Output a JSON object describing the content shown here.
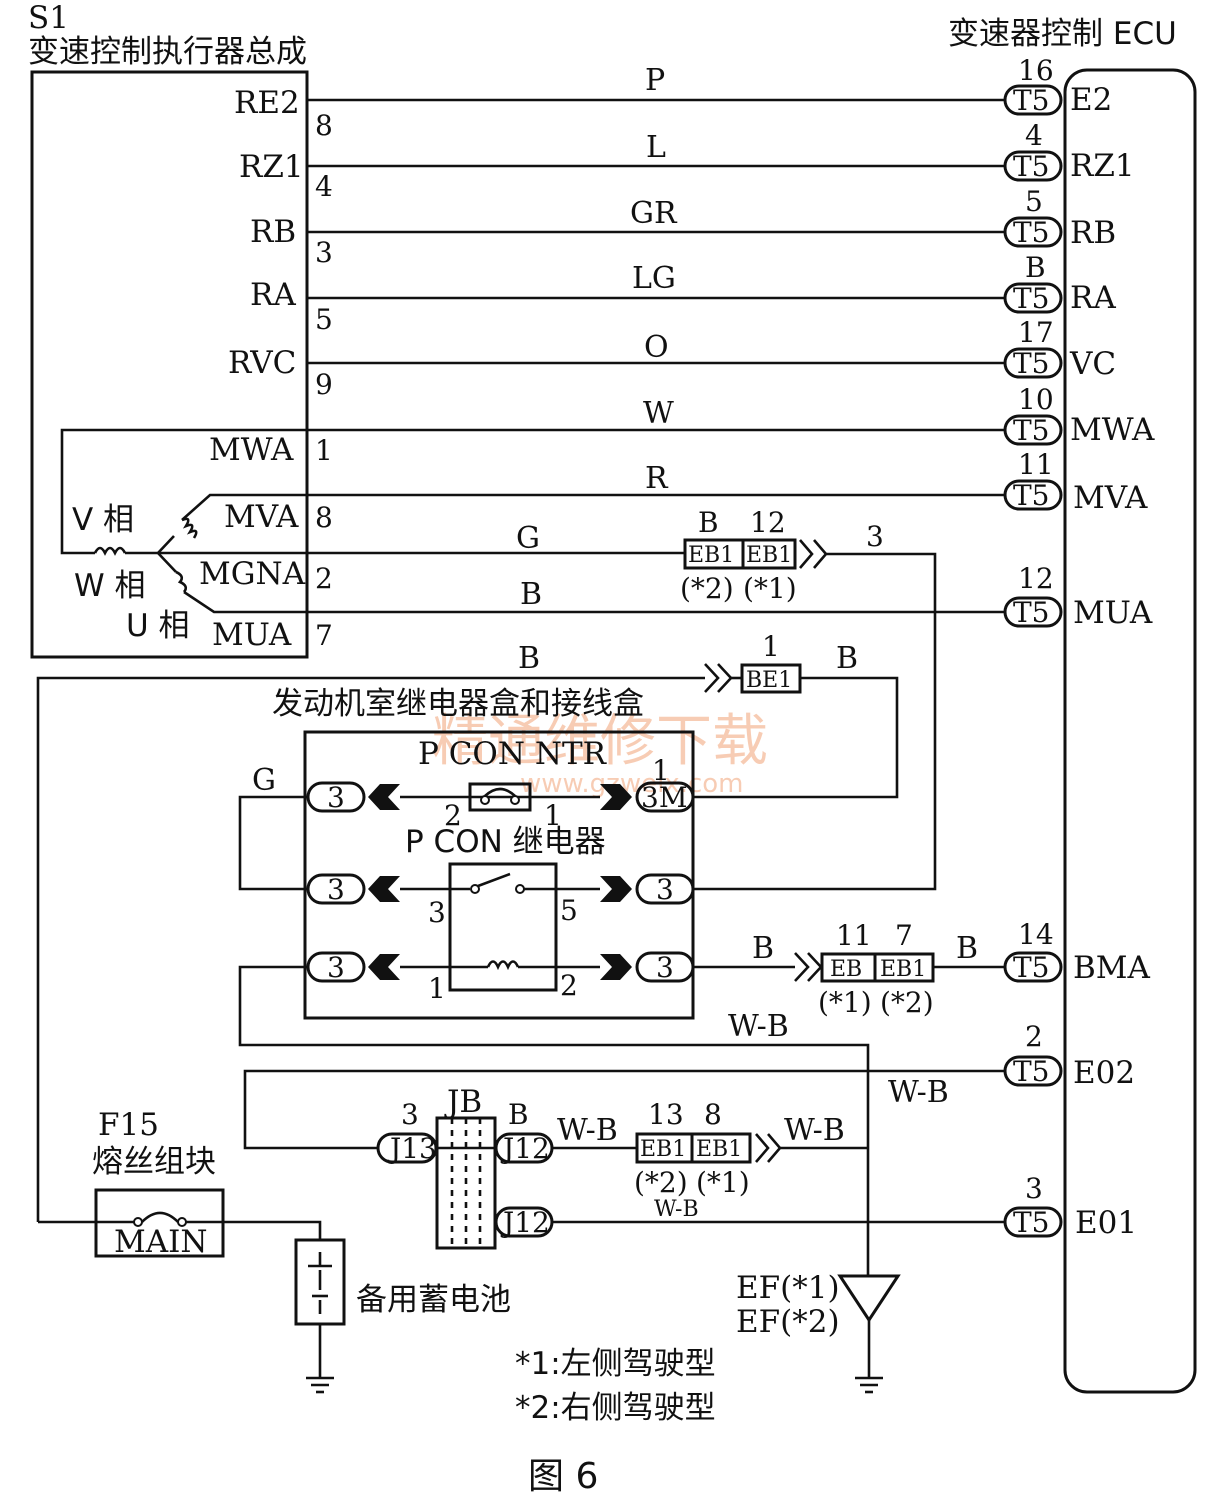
{
  "actuator": {
    "code": "S1",
    "title": "变速控制执行器总成",
    "pins": [
      {
        "name": "RE2",
        "num": "8"
      },
      {
        "name": "RZ1",
        "num": "4"
      },
      {
        "name": "RB",
        "num": "3"
      },
      {
        "name": "RA",
        "num": "5"
      },
      {
        "name": "RVC",
        "num": "9"
      },
      {
        "name": "MWA",
        "num": "1"
      },
      {
        "name": "MVA",
        "num": "8"
      },
      {
        "name": "MGNA",
        "num": "2"
      },
      {
        "name": "MUA",
        "num": "7"
      }
    ],
    "phases": [
      "V 相",
      "W 相",
      "U 相"
    ]
  },
  "ecu": {
    "title": "变速器控制 ECU",
    "connector": "T5",
    "pins": [
      {
        "num": "16",
        "name": "E2",
        "wire": "P"
      },
      {
        "num": "4",
        "name": "RZ1",
        "wire": "L"
      },
      {
        "num": "5",
        "name": "RB",
        "wire": "GR"
      },
      {
        "num": "B",
        "name": "RA",
        "wire": "LG"
      },
      {
        "num": "17",
        "name": "VC",
        "wire": "O"
      },
      {
        "num": "10",
        "name": "MWA",
        "wire": "W"
      },
      {
        "num": "11",
        "name": "MVA",
        "wire": "R"
      },
      {
        "num": "12",
        "name": "MUA",
        "wire": "B"
      },
      {
        "num": "14",
        "name": "BMA",
        "wire": "B"
      },
      {
        "num": "2",
        "name": "E02",
        "wire": "W-B"
      },
      {
        "num": "3",
        "name": "E01",
        "wire": "W-B"
      }
    ]
  },
  "eb1_top": {
    "wire_g": "G",
    "pin_a": "B",
    "pin_b": "12",
    "label": "EB1",
    "note_a": "(*2)",
    "note_b": "(*1)",
    "num3": "3"
  },
  "be1": {
    "wire_in": "B",
    "pin": "1",
    "label": "BE1",
    "wire_out": "B"
  },
  "relay_box": {
    "title": "发动机室继电器盒和接线盒",
    "pcon_ntr": "P CON NTR",
    "pcon_relay": "P CON 继电器",
    "conn": "3",
    "conn_m": "3M",
    "ntr_pins": [
      "2",
      "1",
      "1"
    ],
    "relay_pins": [
      "3",
      "5",
      "1",
      "2"
    ],
    "wire_g": "G"
  },
  "eb_mid": {
    "wire_in": "B",
    "pin_a": "11",
    "pin_b": "7",
    "label_a": "EB",
    "label_b": "EB1",
    "note_a": "(*1)",
    "note_b": "(*2)",
    "wire_out": "B"
  },
  "ground": {
    "wb": "W-B",
    "wb2": "W-B",
    "j13": "J13",
    "j13_pin": "3",
    "jb": "JB",
    "j12": "J12",
    "j12_pin": "B",
    "eb1_a": "13",
    "eb1_b": "8",
    "eb1_label": "EB1",
    "note_a": "(*2)",
    "note_b": "(*1)",
    "wb_under": "W-B",
    "ef1": "EF(*1)",
    "ef2": "EF(*2)"
  },
  "fuse": {
    "code": "F15",
    "title": "熔丝组块",
    "name": "MAIN"
  },
  "battery": "备用蓄电池",
  "notes": [
    "*1:左侧驾驶型",
    "*2:右侧驾驶型"
  ],
  "figure": "图 6",
  "watermark": {
    "cn": "精通维修下载",
    "url": "www.gzweix.com"
  }
}
